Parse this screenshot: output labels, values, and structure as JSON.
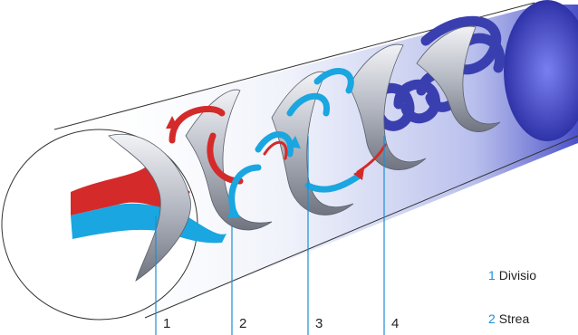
{
  "callouts": [
    {
      "number": "1"
    },
    {
      "number": "2"
    },
    {
      "number": "3"
    },
    {
      "number": "4"
    }
  ],
  "legend": [
    {
      "number": "1",
      "text": "Divisio"
    },
    {
      "number": "2",
      "text": "Strea"
    }
  ],
  "colors": {
    "hot": "#d42a2a",
    "cold": "#1aa6e0",
    "mixed": "#3a3fb0",
    "callout_line": "#1a8fd6",
    "tube_outline": "#333333",
    "element": "#b8bcc4"
  }
}
